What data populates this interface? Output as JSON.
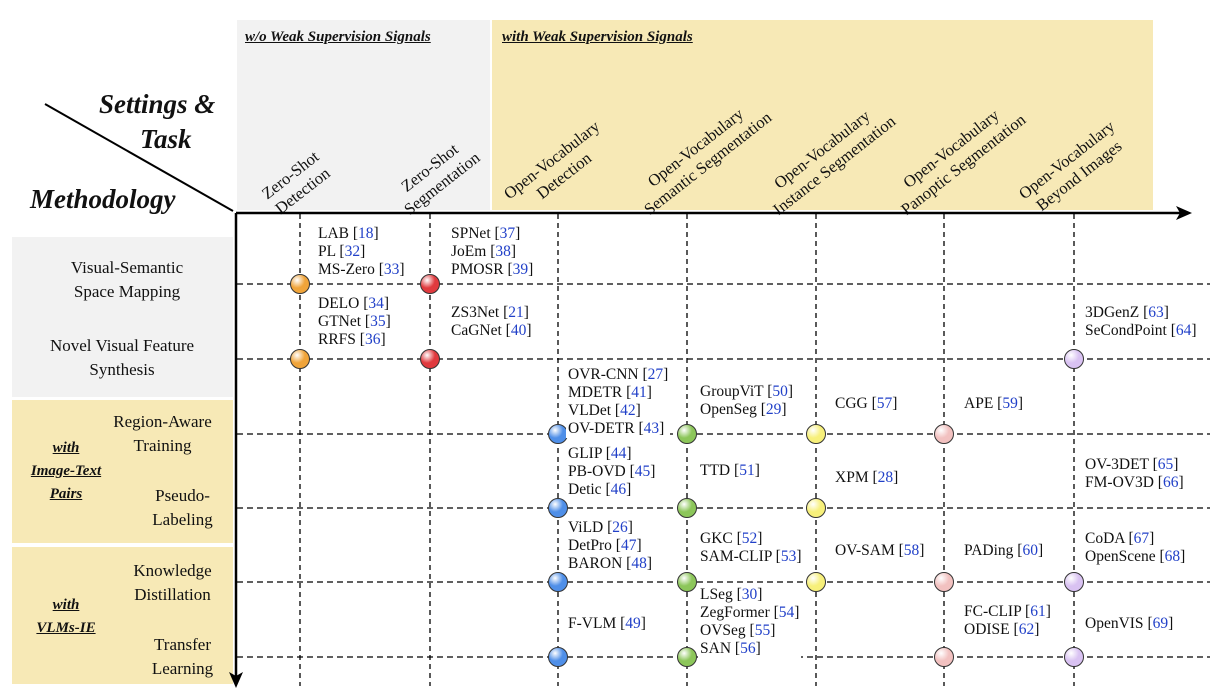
{
  "header": {
    "wo_label": "w/o Weak Supervision Signals",
    "with_label": "with Weak Supervision Signals",
    "settings_line1": "Settings &",
    "settings_line2": "Task",
    "methodology": "Methodology"
  },
  "colors": {
    "gray_band": "#f2f2f2",
    "gold_band": "#f7e9b6",
    "orange_node": "#f0a43a",
    "red_node": "#e03a3e",
    "blue_node": "#4f8fe8",
    "green_node": "#8cc65a",
    "yellow_node": "#f7f07a",
    "pink_node": "#f2c1c0",
    "purple_node": "#d9c2f2"
  },
  "columns": [
    {
      "line1": "Zero-Shot",
      "line2": "Detection"
    },
    {
      "line1": "Zero-Shot",
      "line2": "Segmentation"
    },
    {
      "line1": "Open-Vocabulary",
      "line2": "Detection"
    },
    {
      "line1": "Open-Vocabulary",
      "line2": "Semantic Segmentation"
    },
    {
      "line1": "Open-Vocabulary",
      "line2": "Instance Segmentation"
    },
    {
      "line1": "Open-Vocabulary",
      "line2": "Panoptic Segmentation"
    },
    {
      "line1": "Open-Vocabulary",
      "line2": "Beyond Images"
    }
  ],
  "rows": [
    {
      "line1": "Visual-Semantic",
      "line2": "Space Mapping"
    },
    {
      "line1": "Novel Visual Feature",
      "line2": "Synthesis"
    },
    {
      "line1": "Region-Aware",
      "line2": "Training"
    },
    {
      "line1": "Pseudo-",
      "line2": "Labeling"
    },
    {
      "line1": "Knowledge",
      "line2": "Distillation"
    },
    {
      "line1": "Transfer",
      "line2": "Learning"
    }
  ],
  "groups": [
    {
      "line1": "with",
      "line2": "Image-Text",
      "line3": "Pairs"
    },
    {
      "line1": "with",
      "line2": "VLMs-IE"
    }
  ],
  "cells": {
    "c0_r0": [
      {
        "n": "LAB",
        "r": "18"
      },
      {
        "n": "PL",
        "r": "32"
      },
      {
        "n": "MS-Zero",
        "r": "33"
      }
    ],
    "c1_r0": [
      {
        "n": "SPNet",
        "r": "37"
      },
      {
        "n": "JoEm",
        "r": "38"
      },
      {
        "n": "PMOSR",
        "r": "39"
      }
    ],
    "c0_r1": [
      {
        "n": "DELO",
        "r": "34"
      },
      {
        "n": "GTNet",
        "r": "35"
      },
      {
        "n": "RRFS",
        "r": "36"
      }
    ],
    "c1_r1": [
      {
        "n": "ZS3Net",
        "r": "21"
      },
      {
        "n": "CaGNet",
        "r": "40"
      }
    ],
    "c6_r1": [
      {
        "n": "3DGenZ",
        "r": "63"
      },
      {
        "n": "SeCondPoint",
        "r": "64"
      }
    ],
    "c2_r2": [
      {
        "n": "OVR-CNN",
        "r": "27"
      },
      {
        "n": "MDETR",
        "r": "41"
      },
      {
        "n": "VLDet",
        "r": "42"
      },
      {
        "n": "OV-DETR",
        "r": "43"
      }
    ],
    "c3_r2": [
      {
        "n": "GroupViT",
        "r": "50"
      },
      {
        "n": "OpenSeg",
        "r": "29"
      }
    ],
    "c4_r2": [
      {
        "n": "CGG",
        "r": "57"
      }
    ],
    "c5_r2": [
      {
        "n": "APE",
        "r": "59"
      }
    ],
    "c2_r3": [
      {
        "n": "GLIP",
        "r": "44"
      },
      {
        "n": "PB-OVD",
        "r": "45"
      },
      {
        "n": "Detic",
        "r": "46"
      }
    ],
    "c3_r3": [
      {
        "n": "TTD",
        "r": "51"
      }
    ],
    "c4_r3": [
      {
        "n": "XPM",
        "r": "28"
      }
    ],
    "c6_r3": [
      {
        "n": "OV-3DET",
        "r": "65"
      },
      {
        "n": "FM-OV3D",
        "r": "66"
      }
    ],
    "c2_r4": [
      {
        "n": "ViLD",
        "r": "26"
      },
      {
        "n": "DetPro",
        "r": "47"
      },
      {
        "n": "BARON",
        "r": "48"
      }
    ],
    "c3_r4": [
      {
        "n": "GKC",
        "r": "52"
      },
      {
        "n": "SAM-CLIP",
        "r": "53"
      }
    ],
    "c4_r4": [
      {
        "n": "OV-SAM",
        "r": "58"
      }
    ],
    "c5_r4": [
      {
        "n": "PADing",
        "r": "60"
      }
    ],
    "c6_r4": [
      {
        "n": "CoDA",
        "r": "67"
      },
      {
        "n": "OpenScene",
        "r": "68"
      }
    ],
    "c2_r5": [
      {
        "n": "F-VLM",
        "r": "49"
      }
    ],
    "c3_r5": [
      {
        "n": "LSeg",
        "r": "30"
      },
      {
        "n": "ZegFormer",
        "r": "54"
      },
      {
        "n": "OVSeg",
        "r": "55"
      },
      {
        "n": "SAN",
        "r": "56"
      }
    ],
    "c5_r5": [
      {
        "n": "FC-CLIP",
        "r": "61"
      },
      {
        "n": "ODISE",
        "r": "62"
      }
    ],
    "c6_r5": [
      {
        "n": "OpenVIS",
        "r": "69"
      }
    ]
  },
  "nodes": [
    {
      "col": 0,
      "row": 0,
      "color": "orange"
    },
    {
      "col": 1,
      "row": 0,
      "color": "red"
    },
    {
      "col": 0,
      "row": 1,
      "color": "orange"
    },
    {
      "col": 1,
      "row": 1,
      "color": "red"
    },
    {
      "col": 6,
      "row": 1,
      "color": "purple"
    },
    {
      "col": 2,
      "row": 2,
      "color": "blue"
    },
    {
      "col": 3,
      "row": 2,
      "color": "green"
    },
    {
      "col": 4,
      "row": 2,
      "color": "yellow"
    },
    {
      "col": 5,
      "row": 2,
      "color": "pink"
    },
    {
      "col": 2,
      "row": 3,
      "color": "blue"
    },
    {
      "col": 3,
      "row": 3,
      "color": "green"
    },
    {
      "col": 4,
      "row": 3,
      "color": "yellow"
    },
    {
      "col": 2,
      "row": 4,
      "color": "blue"
    },
    {
      "col": 3,
      "row": 4,
      "color": "green"
    },
    {
      "col": 4,
      "row": 4,
      "color": "yellow"
    },
    {
      "col": 5,
      "row": 4,
      "color": "pink"
    },
    {
      "col": 6,
      "row": 4,
      "color": "purple"
    },
    {
      "col": 2,
      "row": 5,
      "color": "blue"
    },
    {
      "col": 3,
      "row": 5,
      "color": "green"
    },
    {
      "col": 5,
      "row": 5,
      "color": "pink"
    },
    {
      "col": 6,
      "row": 5,
      "color": "purple"
    }
  ]
}
